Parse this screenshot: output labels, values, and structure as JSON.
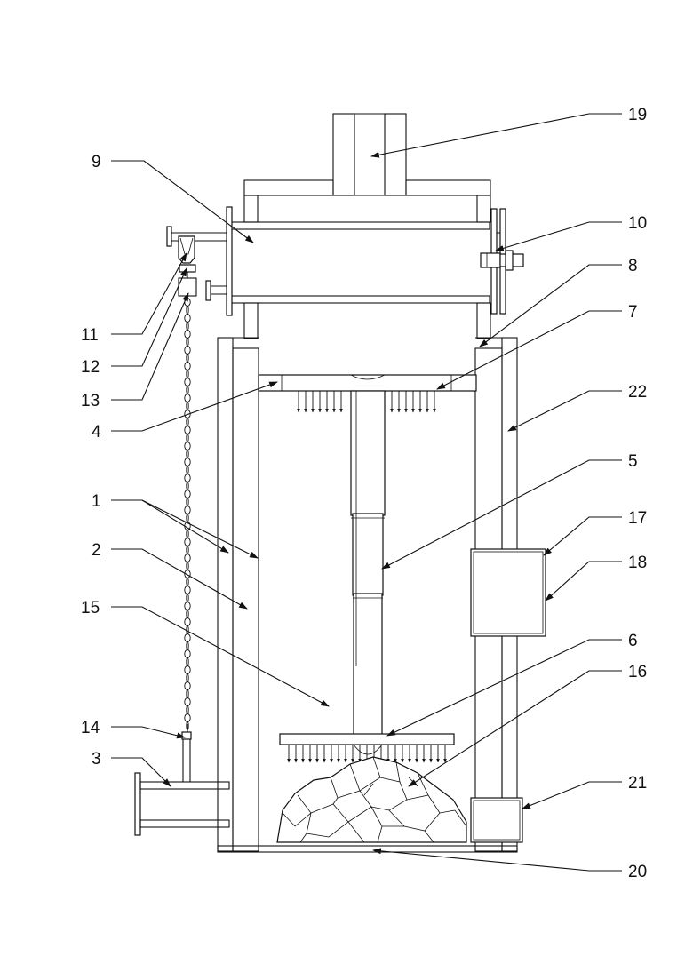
{
  "labels": [
    {
      "id": "1",
      "text": "1"
    },
    {
      "id": "2",
      "text": "2"
    },
    {
      "id": "3",
      "text": "3"
    },
    {
      "id": "4",
      "text": "4"
    },
    {
      "id": "5",
      "text": "5"
    },
    {
      "id": "6",
      "text": "6"
    },
    {
      "id": "7",
      "text": "7"
    },
    {
      "id": "8",
      "text": "8"
    },
    {
      "id": "9",
      "text": "9"
    },
    {
      "id": "10",
      "text": "10"
    },
    {
      "id": "11",
      "text": "11"
    },
    {
      "id": "12",
      "text": "12"
    },
    {
      "id": "13",
      "text": "13"
    },
    {
      "id": "14",
      "text": "14"
    },
    {
      "id": "15",
      "text": "15"
    },
    {
      "id": "16",
      "text": "16"
    },
    {
      "id": "17",
      "text": "17"
    },
    {
      "id": "18",
      "text": "18"
    },
    {
      "id": "19",
      "text": "19"
    },
    {
      "id": "20",
      "text": "20"
    },
    {
      "id": "21",
      "text": "21"
    },
    {
      "id": "22",
      "text": "22"
    }
  ],
  "colors": {
    "line": "#111111",
    "background": "#ffffff"
  }
}
